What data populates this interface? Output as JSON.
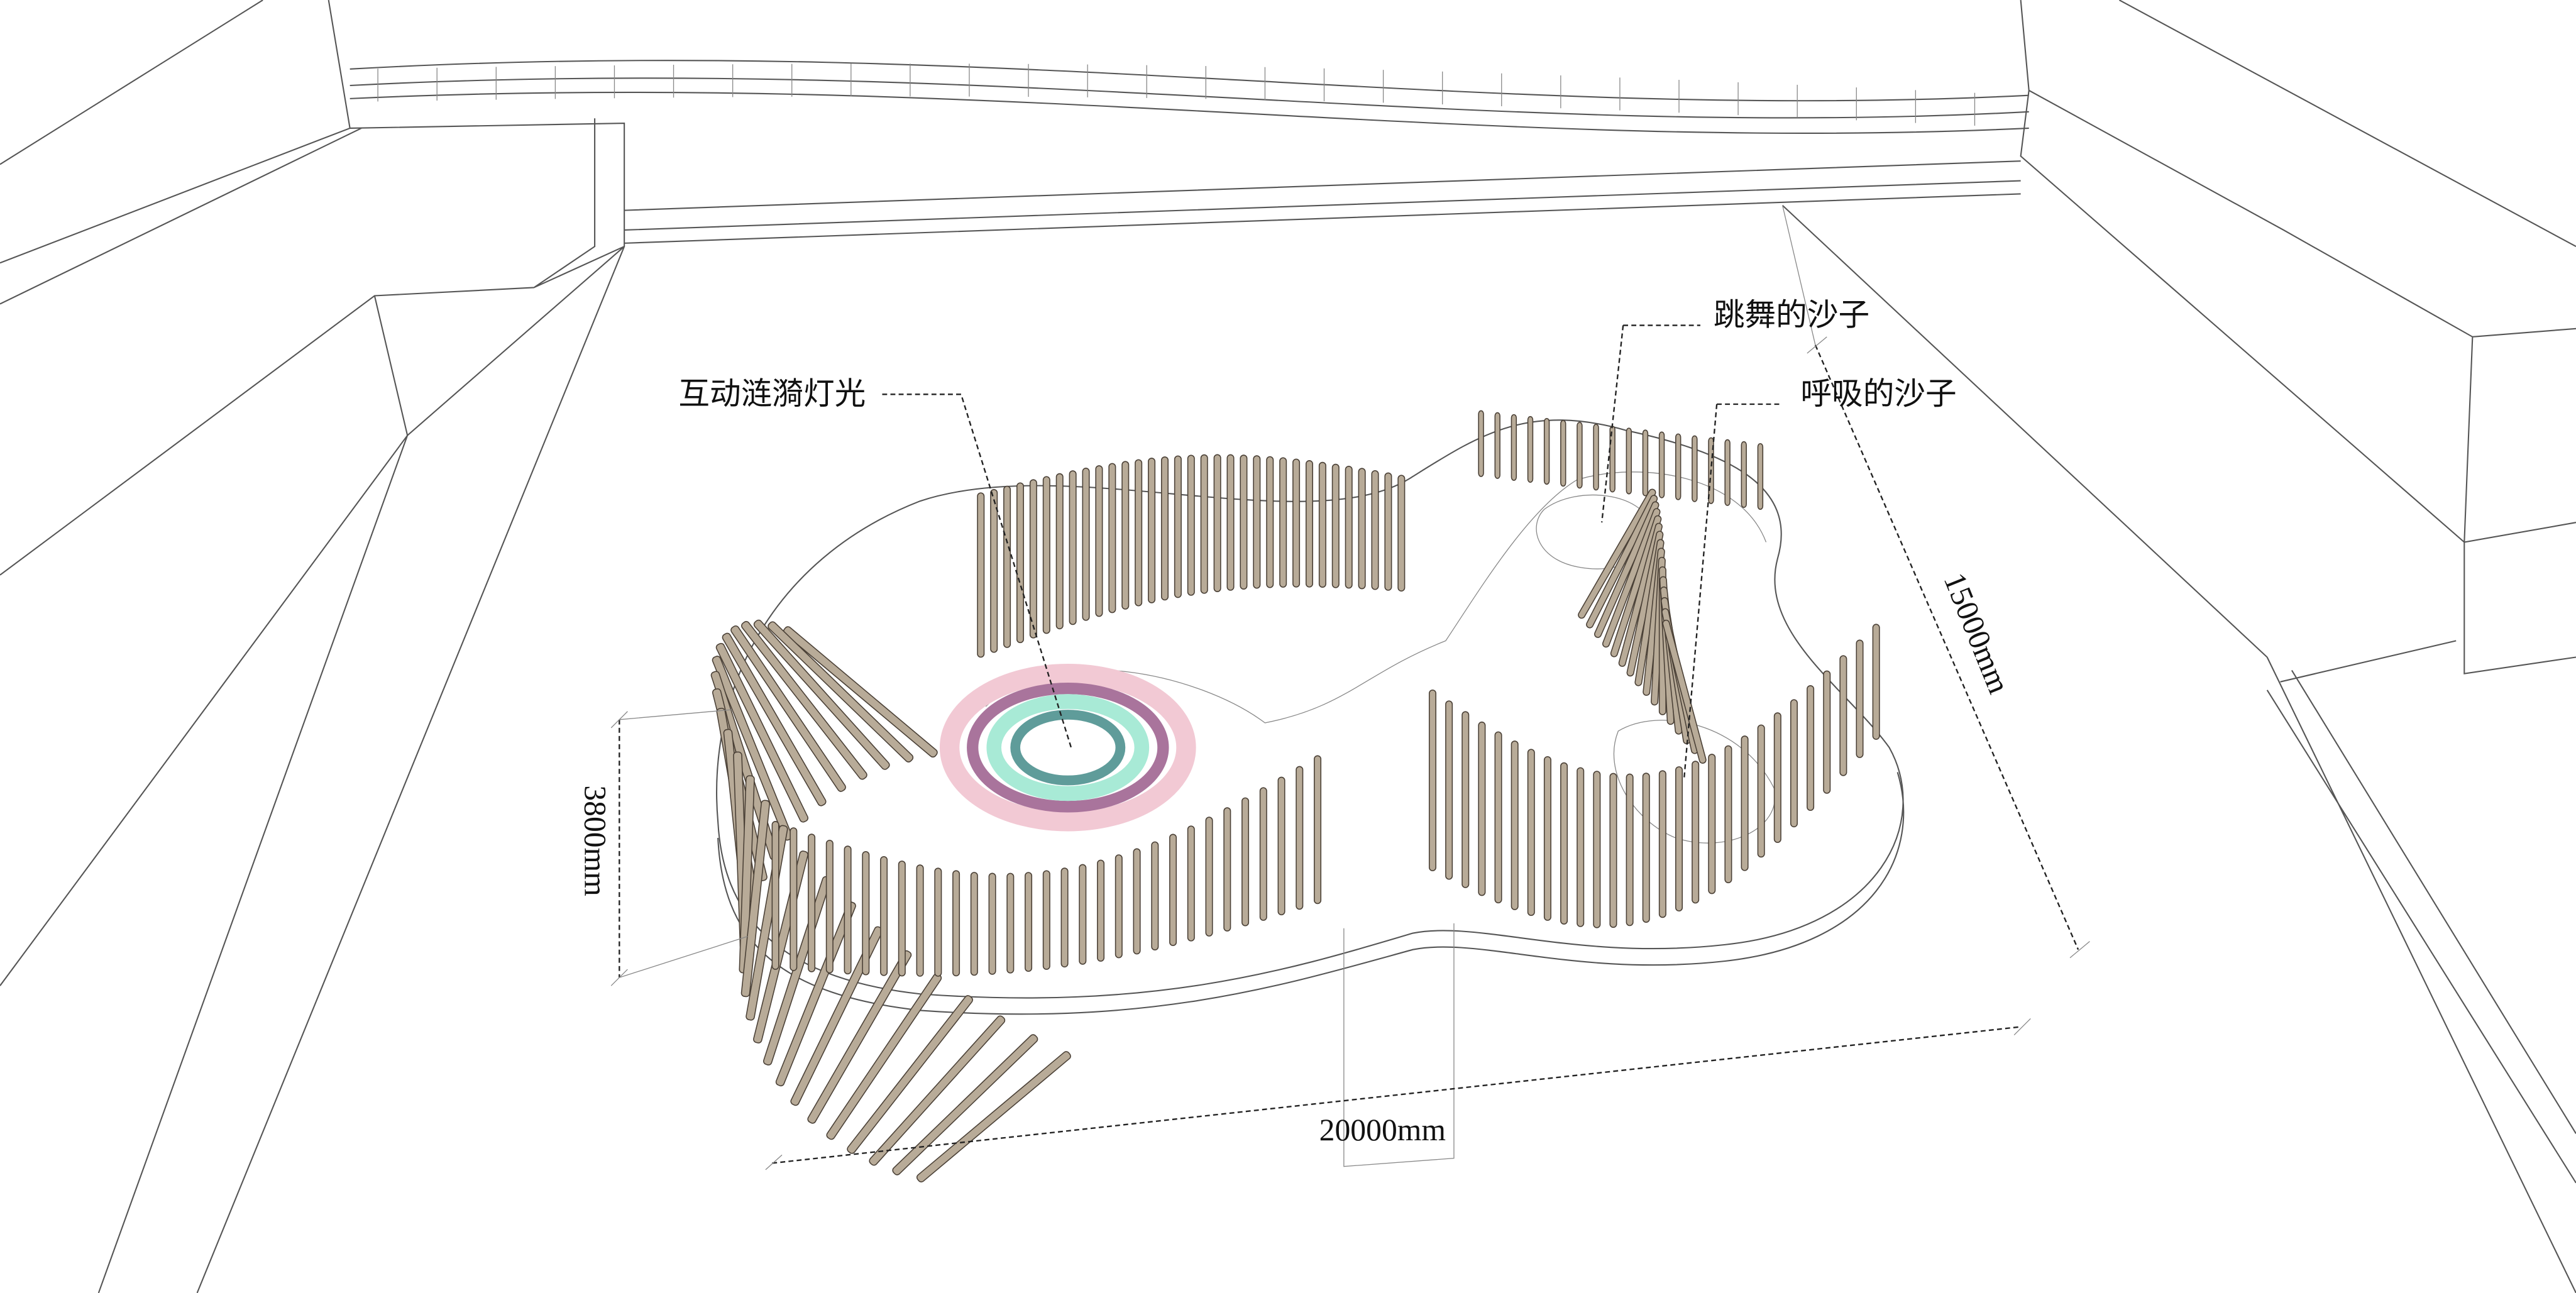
{
  "labels": {
    "ripple_light": "互动涟漪灯光",
    "dancing_sand": "跳舞的沙子",
    "breathing_sand": "呼吸的沙子"
  },
  "dimensions": {
    "depth": "15000mm",
    "height": "3800mm",
    "width": "20000mm"
  },
  "colors": {
    "rib_fill": "#b8ab98",
    "ring_pink": "#f2c9d4",
    "ring_purple": "#a9749c",
    "ring_mint": "#a8ead6",
    "ring_teal": "#5f9c9a"
  }
}
